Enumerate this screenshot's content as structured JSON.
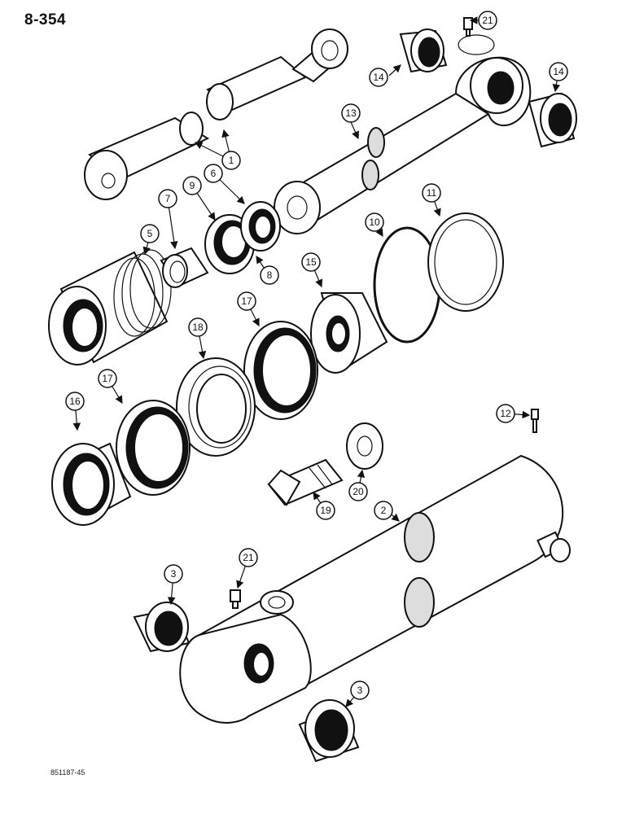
{
  "page": {
    "number": "8-354",
    "figure_code": "851187-45"
  },
  "callouts": {
    "c1": "1",
    "c2": "2",
    "c3a": "3",
    "c3b": "3",
    "c5": "5",
    "c6": "6",
    "c7": "7",
    "c8": "8",
    "c9": "9",
    "c10": "10",
    "c11": "11",
    "c12": "12",
    "c13": "13",
    "c14a": "14",
    "c14b": "14",
    "c15": "15",
    "c16": "16",
    "c17a": "17",
    "c17b": "17",
    "c18": "18",
    "c19": "19",
    "c20": "20",
    "c21a": "21",
    "c21b": "21"
  }
}
